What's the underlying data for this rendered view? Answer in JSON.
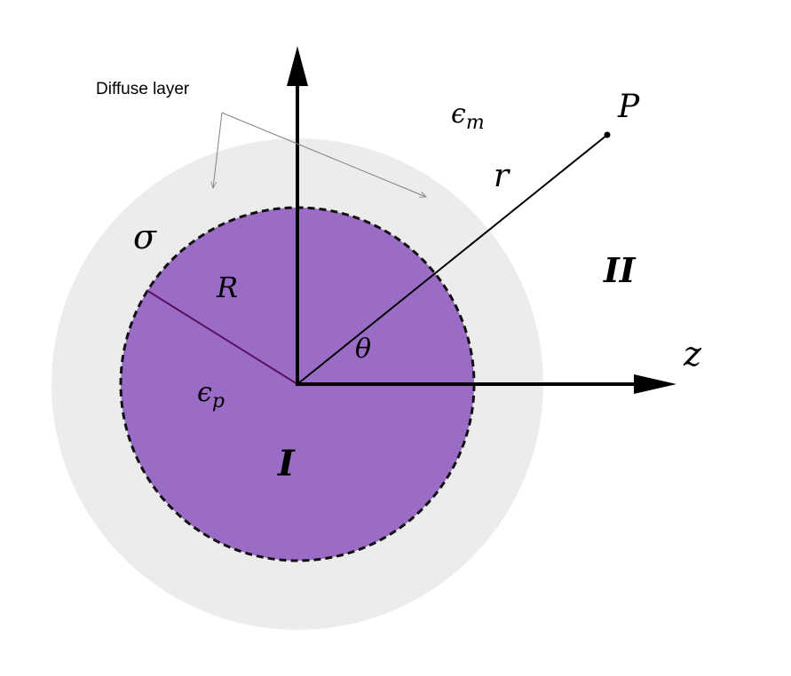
{
  "annotation": {
    "label": "Diffuse layer"
  },
  "symbols": {
    "sigma": "σ",
    "radius": "R",
    "theta": "θ",
    "point": "P",
    "distance": "r",
    "axis": "z",
    "region_inner": "I",
    "region_outer": "II",
    "eps_medium": {
      "base": "ϵ",
      "sub": "m"
    },
    "eps_particle": {
      "base": "ϵ",
      "sub": "p"
    }
  },
  "colors": {
    "particle": "#9b6cc6",
    "diffuse_layer": "#ececec",
    "radius_line": "#5a1060",
    "arrow": "#000000",
    "annotation_line": "#808080"
  }
}
